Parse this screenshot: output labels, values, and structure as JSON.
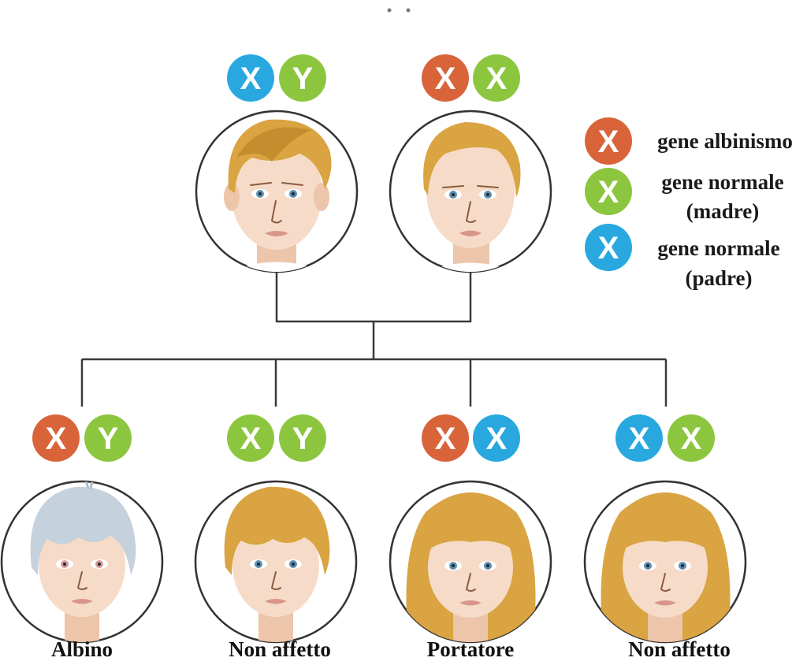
{
  "colors": {
    "albinism_gene": "#d9643a",
    "mother_normal_gene": "#8cc63f",
    "father_normal_gene": "#29a8e0",
    "blond_hair": "#d9a441",
    "albino_hair": "#c5d1dc"
  },
  "chromosomes": {
    "father": [
      "X",
      "Y"
    ],
    "mother": [
      "X",
      "X"
    ],
    "child1": [
      "X",
      "Y"
    ],
    "child2": [
      "X",
      "Y"
    ],
    "child3": [
      "X",
      "X"
    ],
    "child4": [
      "X",
      "X"
    ]
  },
  "legend": [
    {
      "letter": "X",
      "label_line1": "gene albinismo",
      "label_line2": "",
      "color_key": "albinism_gene"
    },
    {
      "letter": "X",
      "label_line1": "gene normale",
      "label_line2": "(madre)",
      "color_key": "mother_normal_gene"
    },
    {
      "letter": "X",
      "label_line1": "gene normale",
      "label_line2": "(padre)",
      "color_key": "father_normal_gene"
    }
  ],
  "children": [
    {
      "status": "Albino"
    },
    {
      "status": "Non affetto"
    },
    {
      "status": "Portatore"
    },
    {
      "status": "Non affetto"
    }
  ]
}
